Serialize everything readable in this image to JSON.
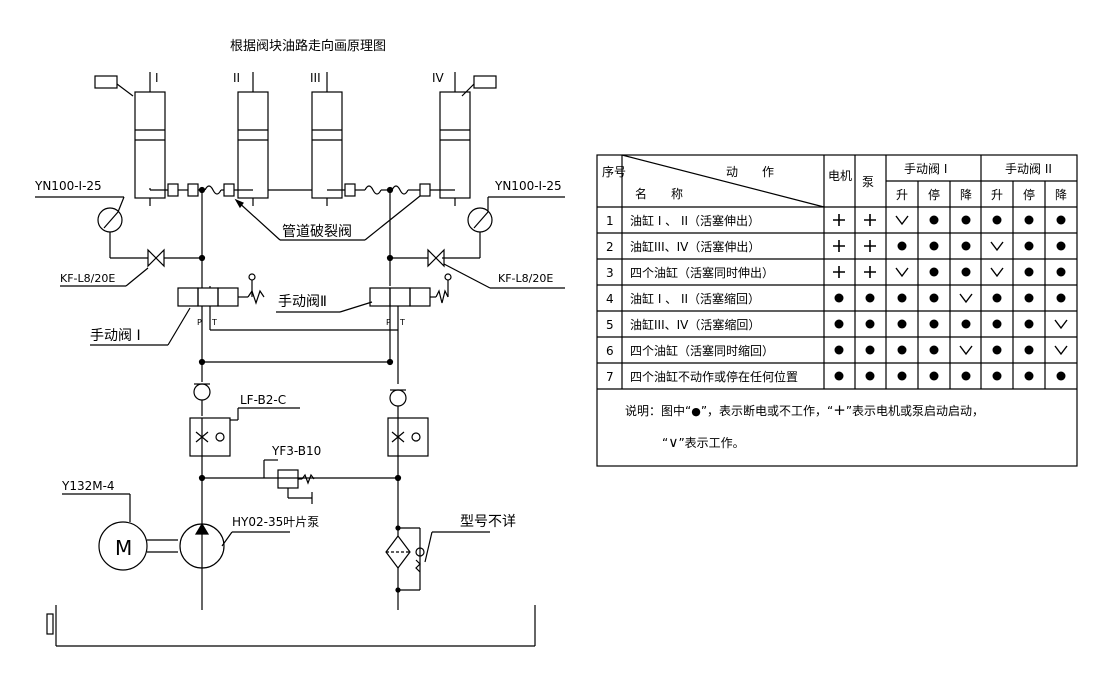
{
  "title": "根据阀块油路走向画原理图",
  "cylinders": [
    "I",
    "II",
    "III",
    "IV"
  ],
  "labels": {
    "gauge_left": "YN100-I-25",
    "gauge_right": "YN100-I-25",
    "pipe_break_valve": "管道破裂阀",
    "stop_valve_left": "KF-L8/20E",
    "stop_valve_right": "KF-L8/20E",
    "manual_valve_2": "手动阀Ⅱ",
    "manual_valve_1": "手动阀 I",
    "port_p": "P",
    "port_t": "T",
    "flow_valve": "LF-B2-C",
    "relief_valve": "YF3-B10",
    "motor_model": "Y132M-4",
    "motor_symbol": "M",
    "pump": "HY02-35叶片泵",
    "filter": "型号不详"
  },
  "table": {
    "header": {
      "seq": "序号",
      "action": "动　　作",
      "name": "名　　称",
      "motor": "电机",
      "pump": "泵",
      "mv1": "手动阀 I",
      "mv2": "手动阀 II",
      "sub": [
        "升",
        "停",
        "降",
        "升",
        "停",
        "降"
      ]
    },
    "rows": [
      {
        "no": "1",
        "name": "油缸 I 、 II（活塞伸出）",
        "states": [
          "+",
          "+",
          "v",
          "o",
          "o",
          "o",
          "o",
          "o"
        ]
      },
      {
        "no": "2",
        "name": "油缸III、IV（活塞伸出）",
        "states": [
          "+",
          "+",
          "o",
          "o",
          "o",
          "v",
          "o",
          "o"
        ]
      },
      {
        "no": "3",
        "name": "四个油缸（活塞同时伸出）",
        "states": [
          "+",
          "+",
          "v",
          "o",
          "o",
          "v",
          "o",
          "o"
        ]
      },
      {
        "no": "4",
        "name": "油缸 I 、 II（活塞缩回）",
        "states": [
          "o",
          "o",
          "o",
          "o",
          "v",
          "o",
          "o",
          "o"
        ]
      },
      {
        "no": "5",
        "name": "油缸III、IV（活塞缩回）",
        "states": [
          "o",
          "o",
          "o",
          "o",
          "o",
          "o",
          "o",
          "v"
        ]
      },
      {
        "no": "6",
        "name": "四个油缸（活塞同时缩回）",
        "states": [
          "o",
          "o",
          "o",
          "o",
          "v",
          "o",
          "o",
          "v"
        ]
      },
      {
        "no": "7",
        "name": "四个油缸不动作或停在任何位置",
        "states": [
          "o",
          "o",
          "o",
          "o",
          "o",
          "o",
          "o",
          "o"
        ]
      }
    ],
    "note_line1_a": "说明：图中“",
    "note_line1_b": "”，表示断电或不工作，“",
    "note_line1_c": "”表示电机或泵启动启动，",
    "note_line2_a": "“",
    "note_line2_b": "”表示工作。",
    "sym_dot": "●",
    "sym_plus": "+",
    "sym_check": "∨"
  }
}
